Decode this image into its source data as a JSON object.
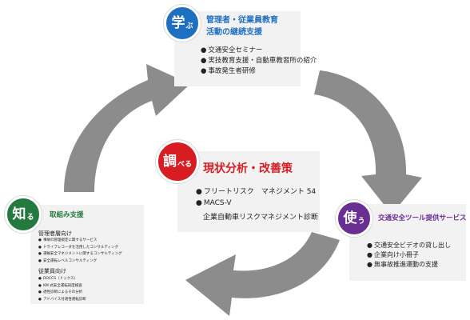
{
  "colors": {
    "learn": "#1f6fc0",
    "investigate": "#d81d22",
    "use": "#6a2e93",
    "know": "#24793f",
    "investigate_title": "#d81d22",
    "use_title": "#6a2e93",
    "know_title": "#24793f",
    "learn_title": "#1f6fc0",
    "arrow": "#8c8c8c",
    "panel": "#f2f2f2"
  },
  "learn": {
    "badge_main": "学",
    "badge_suffix": "ぶ",
    "title_line1": "管理者・従業員教育",
    "title_line2": "活動の継続支援",
    "items": [
      "交通安全セミナー",
      "実技教育支援・自動車教習所の紹介",
      "事故発生者研修"
    ]
  },
  "investigate": {
    "badge_main": "調",
    "badge_suffix": "べる",
    "title": "現状分析・改善策",
    "items": [
      "フリートリスク　マネジメント 54",
      "MACS-V"
    ],
    "extra_line": "企業自動車リスクマネジメント診断"
  },
  "use": {
    "badge_main": "使",
    "badge_suffix": "う",
    "title": "交通安全ツール提供サービス",
    "items": [
      "交通安全ビデオの貸し出し",
      "企業向け小冊子",
      "無事故推進運動の支援"
    ]
  },
  "know": {
    "badge_main": "知",
    "badge_suffix": "る",
    "title": "取組み支援",
    "group1_label": "管理者層向け",
    "group1_items": [
      "事故の管理規定に関するサービス",
      "ドライブレコーダを活用したコンサルティング",
      "運輸安全マネジメントに関するコンサルティング",
      "安全運転レベルコンサルティング"
    ],
    "group2_label": "従業員向け",
    "group2_items": [
      "DOCCS（ドックス）",
      "KM 式安全運転知度検査",
      "適性診断によるその分析",
      "アドバイス付適性運転診断"
    ]
  }
}
